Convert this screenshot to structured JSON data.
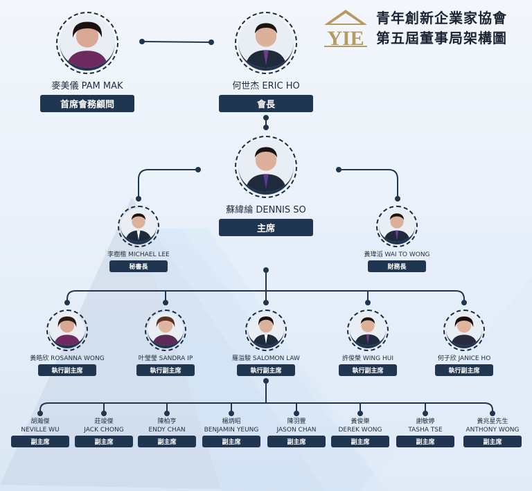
{
  "header": {
    "title_line1": "青年創新企業家協會",
    "title_line2": "第五屆董事局架構圖",
    "logo_text": "YIE"
  },
  "colors": {
    "navy": "#1f3550",
    "gold": "#b79a62",
    "background": "#eef3f9"
  },
  "leaders": {
    "advisor": {
      "name": "麥美儀 PAM MAK",
      "role": "首席會務顧問"
    },
    "president": {
      "name": "何世杰 ERIC HO",
      "role": "會長"
    },
    "chairman": {
      "name": "蘇緯綸 DENNIS SO",
      "role": "主席"
    },
    "secretary": {
      "name": "李樹楷 MICHAEL LEE",
      "role": "秘書長"
    },
    "treasurer": {
      "name": "黃瑋滔 WAI TO WONG",
      "role": "財務長"
    }
  },
  "executive_vice_chairmen": [
    {
      "name": "黃皓欣 ROSANNA WONG",
      "role": "執行副主席"
    },
    {
      "name": "叶瑩瑩 SANDRA IP",
      "role": "執行副主席"
    },
    {
      "name": "羅溢駿 SALOMON LAW",
      "role": "執行副主席"
    },
    {
      "name": "許俊榮 WING HUI",
      "role": "執行副主席"
    },
    {
      "name": "何子欣 JANICE HO",
      "role": "執行副主席"
    }
  ],
  "vice_chairmen": [
    {
      "name_zh": "胡瀚傑",
      "name_en": "NEVILLE WU",
      "role": "副主席"
    },
    {
      "name_zh": "莊竣傑",
      "name_en": "JACK CHONG",
      "role": "副主席"
    },
    {
      "name_zh": "陳柏亨",
      "name_en": "ENDY CHAN",
      "role": "副主席"
    },
    {
      "name_zh": "楊炳昭",
      "name_en": "BENJAMIN YEUNG",
      "role": "副主席"
    },
    {
      "name_zh": "陳羽豐",
      "name_en": "JASON CHAN",
      "role": "副主席"
    },
    {
      "name_zh": "黃俊樂",
      "name_en": "DEREK WONG",
      "role": "副主席"
    },
    {
      "name_zh": "謝敏婷",
      "name_en": "TASHA TSE",
      "role": "副主席"
    },
    {
      "name_zh": "黃兆星先生",
      "name_en": "ANTHONY WONG",
      "role": "副主席"
    }
  ]
}
